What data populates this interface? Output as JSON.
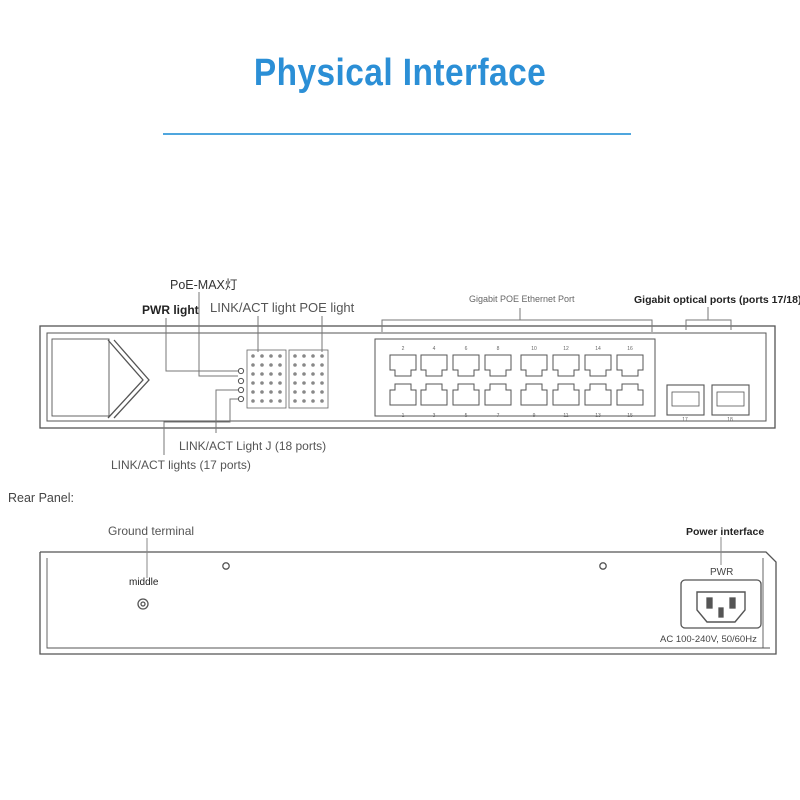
{
  "title": "Physical Interface",
  "front_labels": {
    "poe_max": "PoE-MAX灯",
    "pwr_light": "PWR light",
    "link_act_poe": "LINK/ACT light POE light",
    "gigabit_poe_port": "Gigabit POE Ethernet Port",
    "gigabit_optical": "Gigabit optical ports (ports 17/18)",
    "link_act_j": "LINK/ACT Light J (18 ports)",
    "link_act_17": "LINK/ACT lights (17 ports)"
  },
  "rear_labels": {
    "rear_panel": "Rear Panel:",
    "ground_terminal": "Ground terminal",
    "middle": "middle",
    "power_interface": "Power interface",
    "pwr": "PWR",
    "ac_rating": "AC 100-240V, 50/60Hz"
  },
  "ports": {
    "top_numbers": [
      "2",
      "4",
      "6",
      "8",
      "10",
      "12",
      "14",
      "16"
    ],
    "bottom_numbers": [
      "1",
      "3",
      "5",
      "7",
      "9",
      "11",
      "13",
      "15"
    ],
    "sfp_numbers": [
      "17",
      "18"
    ]
  },
  "colors": {
    "title": "#2b8fd6",
    "line": "#555555"
  }
}
